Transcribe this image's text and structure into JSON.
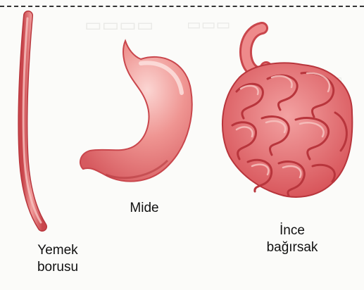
{
  "labels": {
    "esophagus": {
      "line1": "Yemek",
      "line2": "borusu"
    },
    "stomach": {
      "line1": "Mide"
    },
    "small_intestine": {
      "line1": "İnce",
      "line2": "bağırsak"
    }
  },
  "colors": {
    "organ_fill": "#e8787a",
    "organ_light": "#f7c3c0",
    "organ_dark": "#c9464c",
    "intestine_fill": "#e05a5e",
    "text": "#111111",
    "rule": "#333333"
  }
}
